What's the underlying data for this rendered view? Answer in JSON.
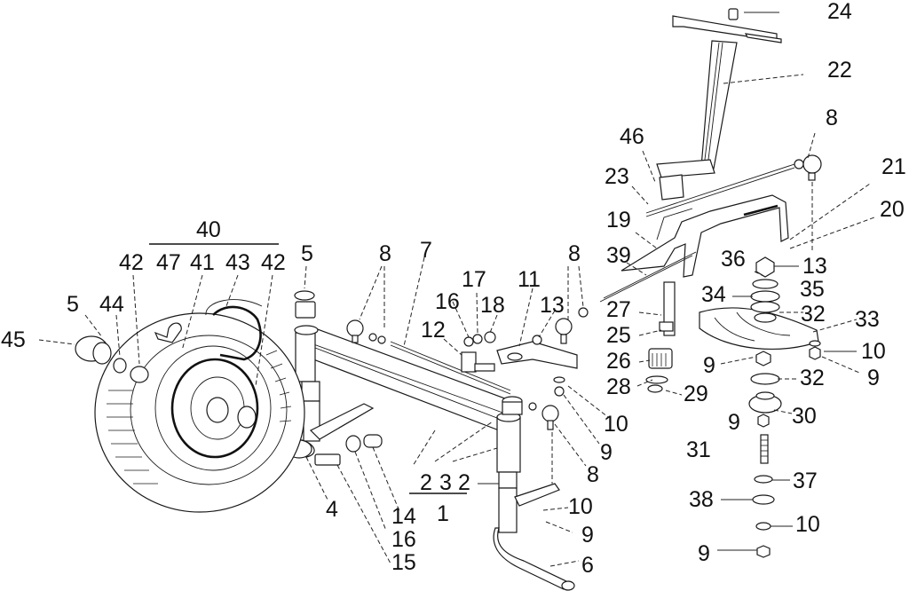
{
  "diagram": {
    "title": "Front axle and steering assembly exploded view",
    "callouts": {
      "c24": "24",
      "c22": "22",
      "c8_top": "8",
      "c46": "46",
      "c23": "23",
      "c21": "21",
      "c20": "20",
      "c19": "19",
      "c39": "39",
      "c36": "36",
      "c13_right": "13",
      "c35": "35",
      "c34": "34",
      "c32_a": "32",
      "c27": "27",
      "c33": "33",
      "c25": "25",
      "c10_a": "10",
      "c26": "26",
      "c9_a": "9",
      "c9_b": "9",
      "c28": "28",
      "c32_b": "32",
      "c29": "29",
      "c9_c": "9",
      "c30": "30",
      "c31": "31",
      "c37": "37",
      "c38": "38",
      "c10_b": "10",
      "c9_d": "9",
      "c40": "40",
      "c42_a": "42",
      "c47": "47",
      "c41": "41",
      "c43": "43",
      "c42_b": "42",
      "c5_left": "5",
      "c44": "44",
      "c45": "45",
      "c5_mid": "5",
      "c8_left": "8",
      "c7": "7",
      "c17": "17",
      "c16_top": "16",
      "c18": "18",
      "c11": "11",
      "c12": "12",
      "c13_mid": "13",
      "c8_mid": "8",
      "c10_mid": "10",
      "c9_mid": "9",
      "c8_low": "8",
      "c2_a": "2",
      "c3": "3",
      "c2_b": "2",
      "c1": "1",
      "c4": "4",
      "c14": "14",
      "c16_low": "16",
      "c15": "15",
      "c10_low": "10",
      "c9_low": "9",
      "c6": "6"
    }
  }
}
